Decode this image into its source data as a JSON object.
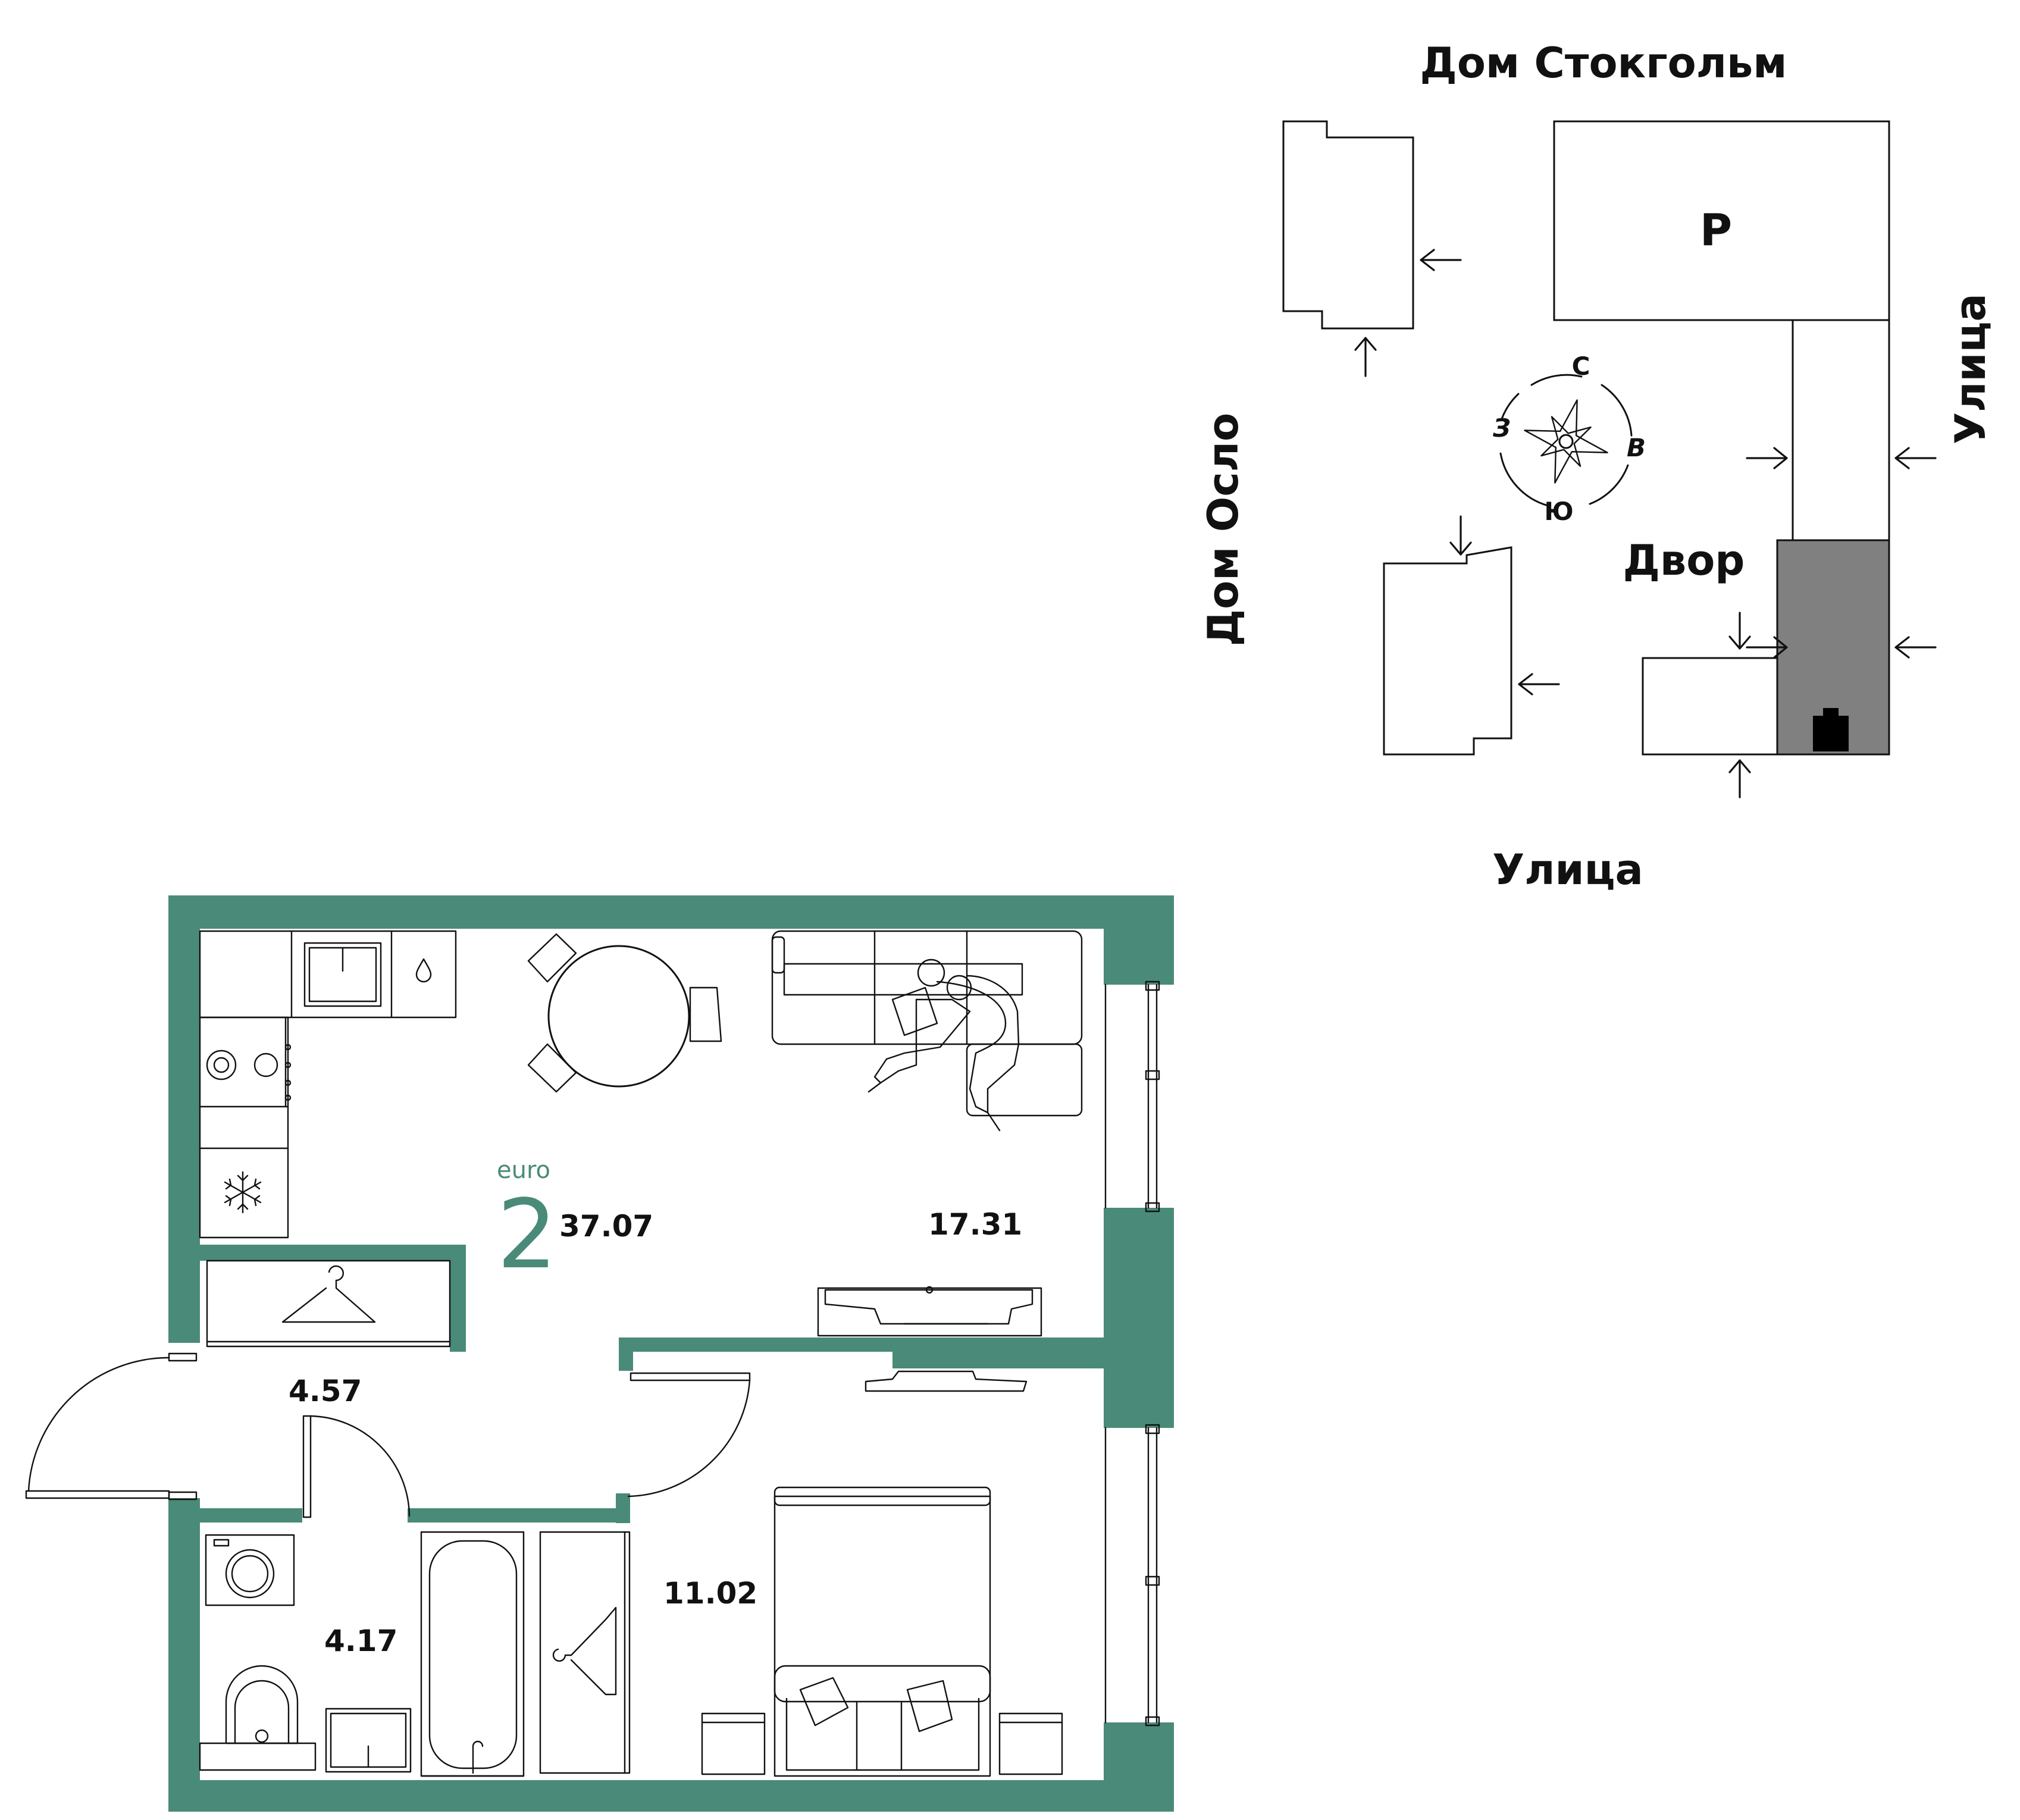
{
  "site_plan": {
    "house_stockholm": "Дом Стокгольм",
    "house_oslo": "Дом Осло",
    "street_right": "Улица",
    "street_bottom": "Улица",
    "yard": "Двор",
    "parking": "P",
    "compass": {
      "north": "С",
      "south": "Ю",
      "west": "З",
      "east": "В"
    }
  },
  "apartment": {
    "class_label": "euro",
    "rooms": "2",
    "total_area": "37.07",
    "living_area": "17.31",
    "hall_area": "4.57",
    "bath_area": "4.17",
    "bedroom_area": "11.02"
  },
  "colors": {
    "wall": "#4a8a78",
    "highlight": "#808080",
    "line": "#111111"
  }
}
